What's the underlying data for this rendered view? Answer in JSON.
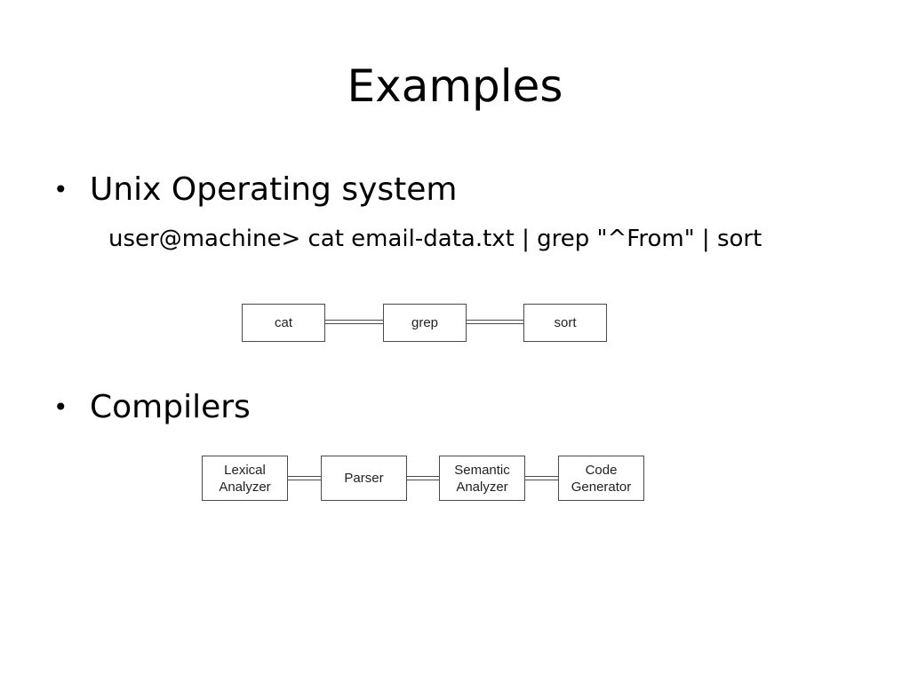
{
  "slide": {
    "title": "Examples"
  },
  "bullets": [
    {
      "symbol": "•",
      "text": "Unix Operating system"
    },
    {
      "symbol": "•",
      "text": "Compilers"
    }
  ],
  "unix": {
    "command": "user@machine> cat email-data.txt | grep \"^From\" | sort",
    "pipeline": [
      "cat",
      "grep",
      "sort"
    ]
  },
  "compiler": {
    "pipeline": [
      {
        "line1": "Lexical",
        "line2": "Analyzer"
      },
      {
        "line1": "Parser",
        "line2": ""
      },
      {
        "line1": "Semantic",
        "line2": "Analyzer"
      },
      {
        "line1": "Code",
        "line2": "Generator"
      }
    ]
  }
}
